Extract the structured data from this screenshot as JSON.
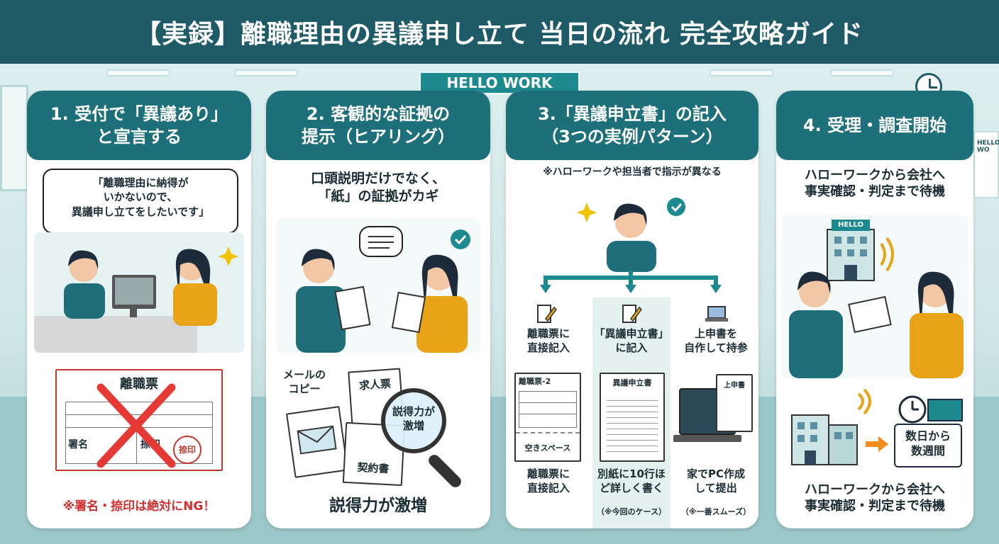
{
  "title": "【実録】離職理由の異議申し立て 当日の流れ 完全攻略ガイド",
  "sign": "HELLO WORK",
  "side_sign": "HELLO WO",
  "colors": {
    "header": "#1f5b67",
    "tab": "#1d6f7a",
    "accent_red": "#d32f2f",
    "accent_yellow": "#e8a317"
  },
  "steps": [
    {
      "title": "1. 受付で「異議あり」\nと宣言する",
      "speech": "「離職理由に納得が\nいかないので、\n異議申し立てをしたいです」",
      "form_title": "離職票",
      "form_sign_label": "署名",
      "form_stamp_label": "捺印",
      "stamp": "捺印",
      "warning": "※署名・捺印は絶対にNG！"
    },
    {
      "title": "2. 客観的な証拠の\n提示（ヒアリング）",
      "lead": "口頭説明だけでなく、\n「紙」の証拠がカギ",
      "mail_copy": "メールの\nコピー",
      "job_ad": "求人票",
      "contract": "契約書",
      "magnifier": "説得力が\n激増",
      "footer": "説得力が激増"
    },
    {
      "title": "3.「異議申立書」の記入\n（3つの実例パターン）",
      "note": "※ハローワークや担当者で指示が異なる",
      "options": [
        {
          "label": "離職票に\n直接記入",
          "doc_title": "離職票-2",
          "doc_sub": "空きスペース",
          "desc": "離職票に\n直接記入",
          "remark": ""
        },
        {
          "label": "「異議申立書」\nに記入",
          "doc_title": "異議申立書",
          "doc_sub": "",
          "desc": "別紙に10行ほ\nど詳しく書く",
          "remark": "（※今回のケース）"
        },
        {
          "label": "上申書を\n自作して持参",
          "doc_title": "上申書",
          "doc_sub": "",
          "desc": "家でPC作成\nして提出",
          "remark": "（※一番スムーズ）"
        }
      ]
    },
    {
      "title": "4. 受理・調査開始",
      "lead": "ハローワークから会社へ\n事実確認・判定まで待機",
      "building_sign": "HELLO",
      "wait_label": "数日から\n数週間",
      "footer": "ハローワークから会社へ\n事実確認・判定まで待機"
    }
  ]
}
